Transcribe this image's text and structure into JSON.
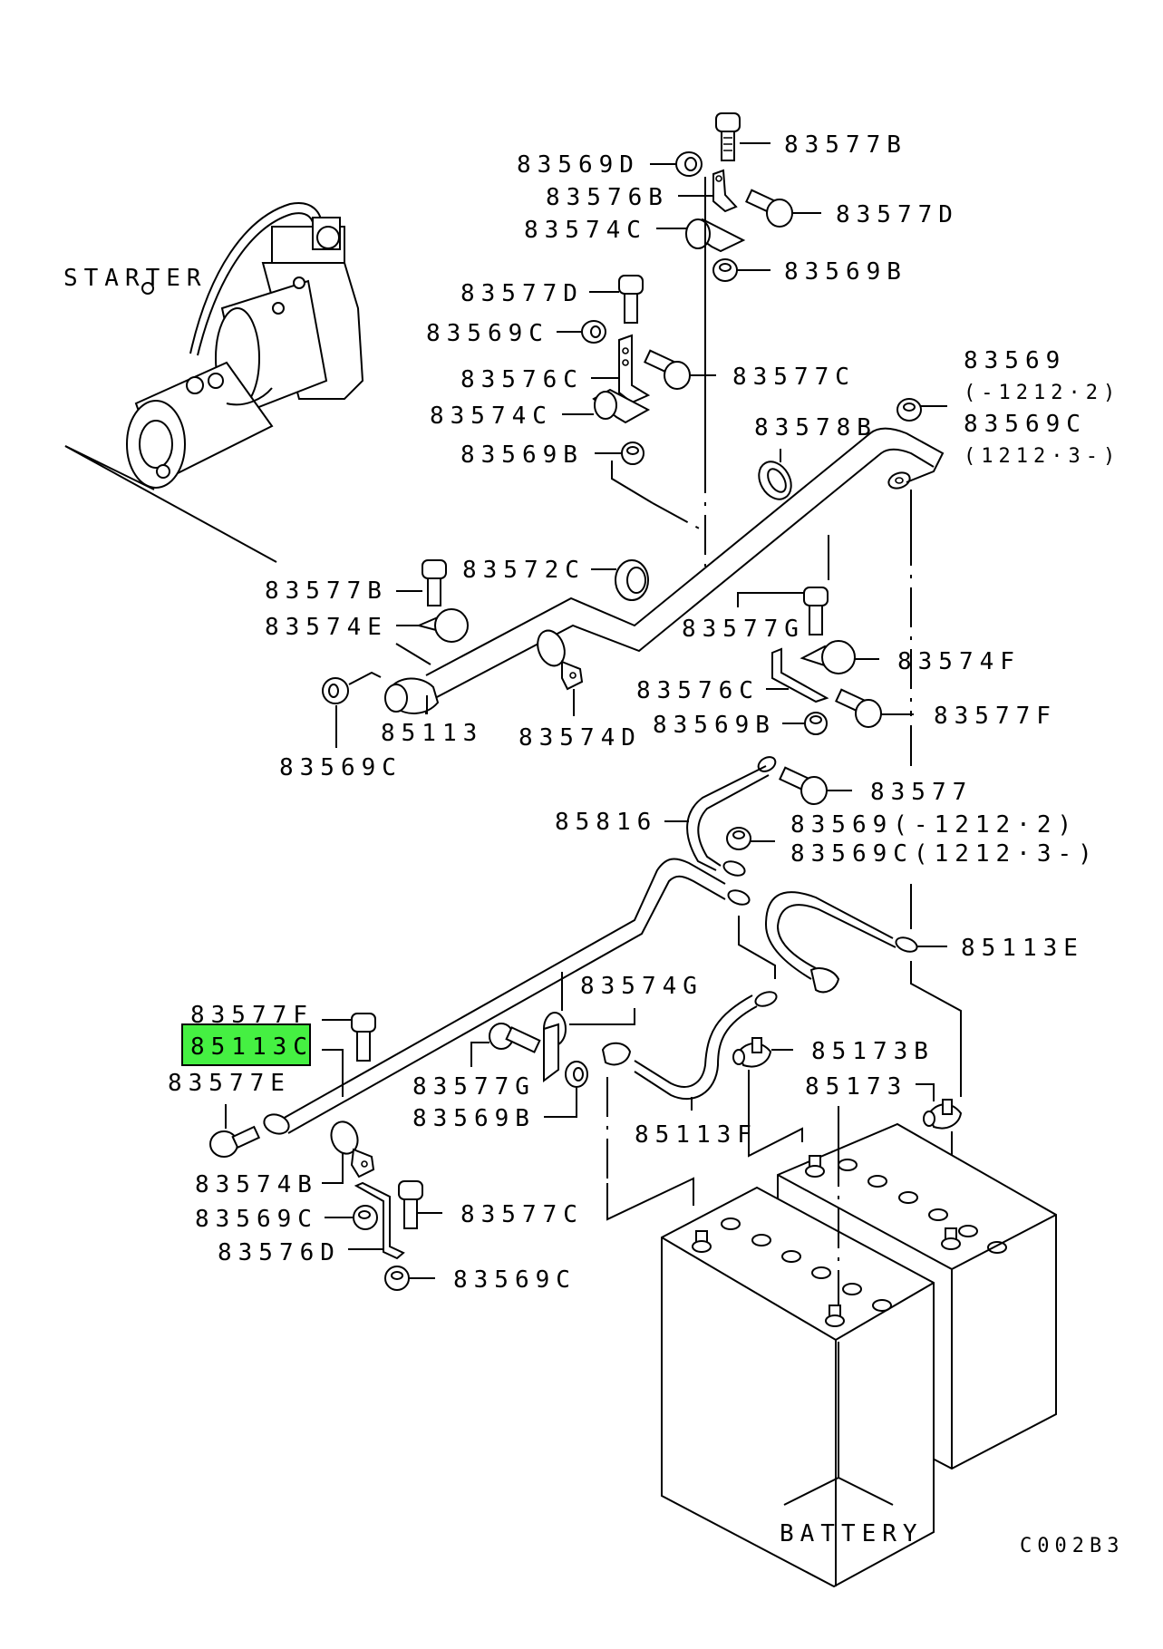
{
  "diagram": {
    "title_starter": "STARTER",
    "title_battery": "BATTERY",
    "figure_code": "C002B3",
    "highlight_color": "#45f042",
    "highlighted_part": "85113C",
    "labels": [
      {
        "id": "l-83577B-top",
        "text": "83577B"
      },
      {
        "id": "l-83569D",
        "text": "83569D"
      },
      {
        "id": "l-83576B",
        "text": "83576B"
      },
      {
        "id": "l-83577D-right",
        "text": "83577D"
      },
      {
        "id": "l-83574C-top",
        "text": "83574C"
      },
      {
        "id": "l-83569B-top",
        "text": "83569B"
      },
      {
        "id": "l-83577D",
        "text": "83577D"
      },
      {
        "id": "l-83569C-mid",
        "text": "83569C"
      },
      {
        "id": "l-83576C",
        "text": "83576C"
      },
      {
        "id": "l-83577C-mid",
        "text": "83577C"
      },
      {
        "id": "l-83574C-mid",
        "text": "83574C"
      },
      {
        "id": "l-83569B-mid",
        "text": "83569B"
      },
      {
        "id": "l-83578B",
        "text": "83578B"
      },
      {
        "id": "l-83569-r",
        "text": "83569"
      },
      {
        "id": "l-83569-r-note",
        "text": "(-1212·2)"
      },
      {
        "id": "l-83569C-r",
        "text": "83569C"
      },
      {
        "id": "l-83569C-r-note",
        "text": "(1212·3-)"
      },
      {
        "id": "l-83577B-left",
        "text": "83577B"
      },
      {
        "id": "l-83572C",
        "text": "83572C"
      },
      {
        "id": "l-83574E",
        "text": "83574E"
      },
      {
        "id": "l-83577G-mid",
        "text": "83577G"
      },
      {
        "id": "l-83574F",
        "text": "83574F"
      },
      {
        "id": "l-83576C-low",
        "text": "83576C"
      },
      {
        "id": "l-83569B-low",
        "text": "83569B"
      },
      {
        "id": "l-83577F-right",
        "text": "83577F"
      },
      {
        "id": "l-85113",
        "text": "85113"
      },
      {
        "id": "l-83574D",
        "text": "83574D"
      },
      {
        "id": "l-83569C-left",
        "text": "83569C"
      },
      {
        "id": "l-83577",
        "text": "83577"
      },
      {
        "id": "l-85816",
        "text": "85816"
      },
      {
        "id": "l-83569-mid2",
        "text": "83569(-1212·2)"
      },
      {
        "id": "l-83569C-mid2",
        "text": "83569C(1212·3-)"
      },
      {
        "id": "l-85113E",
        "text": "85113E"
      },
      {
        "id": "l-83574G",
        "text": "83574G"
      },
      {
        "id": "l-83577F-left",
        "text": "83577F"
      },
      {
        "id": "l-85113C",
        "text": "85113C"
      },
      {
        "id": "l-83577E",
        "text": "83577E"
      },
      {
        "id": "l-83577G-low",
        "text": "83577G"
      },
      {
        "id": "l-83569B-bottom",
        "text": "83569B"
      },
      {
        "id": "l-85173B",
        "text": "85173B"
      },
      {
        "id": "l-85173",
        "text": "85173"
      },
      {
        "id": "l-85113F",
        "text": "85113F"
      },
      {
        "id": "l-83574B",
        "text": "83574B"
      },
      {
        "id": "l-83569C-bl",
        "text": "83569C"
      },
      {
        "id": "l-83577C-low",
        "text": "83577C"
      },
      {
        "id": "l-83576D",
        "text": "83576D"
      },
      {
        "id": "l-83569C-bottom",
        "text": "83569C"
      }
    ]
  }
}
